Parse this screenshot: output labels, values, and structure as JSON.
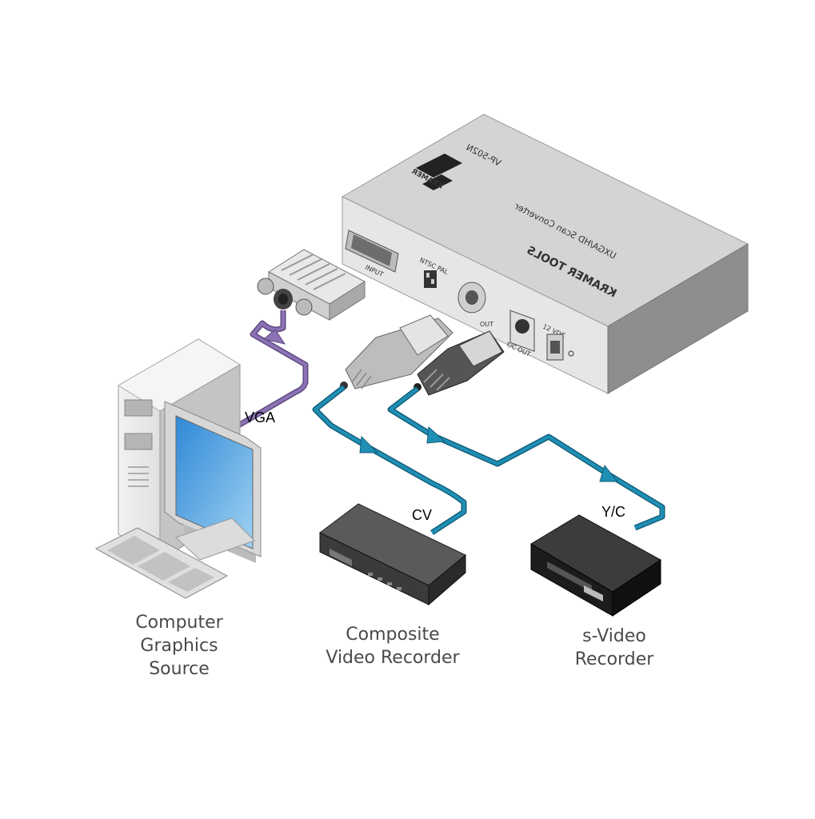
{
  "device": {
    "brand": "KRAMER",
    "series": "KRAMER TOOLS",
    "model": "VP-502N",
    "description": "UXGA/HD Scan Converter",
    "ports": {
      "input": "INPUT",
      "ntsc_pal": "NTSC PAL",
      "out": "OUT",
      "yc_out": "Y/C OUT",
      "power": "12 VDC"
    }
  },
  "connections": {
    "vga": "VGA",
    "cv": "CV",
    "yc": "Y/C"
  },
  "captions": {
    "source": [
      "Computer",
      "Graphics",
      "Source"
    ],
    "composite": [
      "Composite",
      "Video Recorder"
    ],
    "svideo": [
      "s-Video",
      "Recorder"
    ]
  },
  "colors": {
    "vga_cable": "#8d72b5",
    "video_cable": "#1f8fb5",
    "device_body": "#d9d9d9"
  }
}
